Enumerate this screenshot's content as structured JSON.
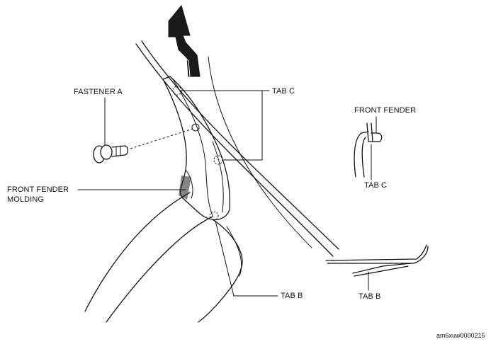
{
  "labels": {
    "fastener_a": "FASTENER A",
    "tab_c": "TAB C",
    "front_fender_molding_line1": "FRONT FENDER",
    "front_fender_molding_line2": "MOLDING",
    "tab_b": "TAB B",
    "detail_front_fender": "FRONT FENDER",
    "detail_tab_c": "TAB C",
    "detail_tab_b": "TAB B",
    "figure_id": "am6xuw0000215"
  },
  "icons": {
    "direction_arrow": "bent-arrow-up-icon"
  },
  "colors": {
    "ink": "#111111",
    "background": "#ffffff"
  }
}
